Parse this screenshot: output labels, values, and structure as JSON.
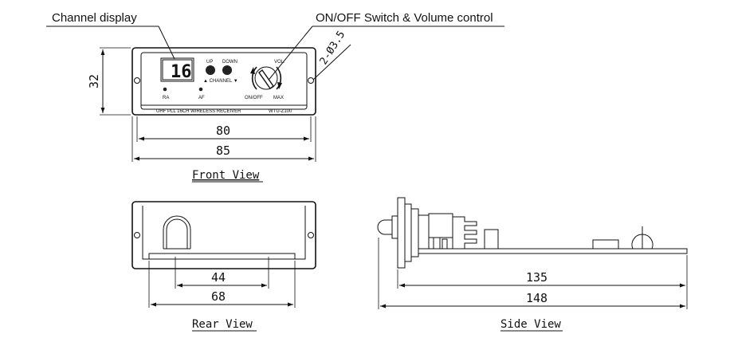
{
  "callouts": {
    "channel_display": "Channel display",
    "switch_volume": "ON/OFF Switch & Volume control",
    "hole": "2-Ø3.5"
  },
  "front_panel": {
    "digits": "16",
    "up": "UP",
    "down": "DOWN",
    "channel": "▲ CHANNEL ▼",
    "ra": "RA",
    "af": "AF",
    "vol": "VOL.",
    "on_off": "ON/OFF",
    "max": "MAX",
    "model_line": "UHF PLL 16CH WIRELESS RECEIVER",
    "model": "WTU-Z100"
  },
  "dimensions": {
    "height": "32",
    "front_inner": "80",
    "front_outer": "85",
    "rear_inner": "44",
    "rear_outer": "68",
    "side_inner": "135",
    "side_outer": "148"
  },
  "views": {
    "front": "Front View",
    "rear": "Rear View",
    "side": "Side View"
  }
}
